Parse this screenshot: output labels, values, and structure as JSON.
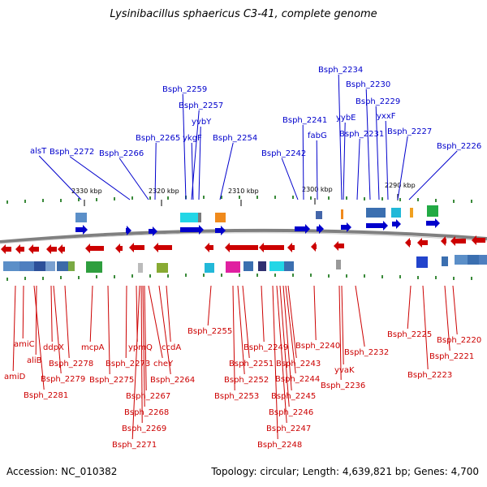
{
  "title": "Lysinibacillus sphaericus C3-41, complete genome",
  "footer": {
    "accession": "Accession: NC_010382",
    "summary": "Topology: circular; Length: 4,639,821 bp; Genes: 4,700"
  },
  "axis_ticks": [
    "2330 kbp",
    "2320 kbp",
    "2310 kbp",
    "2300 kbp",
    "2290 kbp"
  ],
  "forward_genes": [
    {
      "label": "alsT"
    },
    {
      "label": "Bsph_2272"
    },
    {
      "label": "Bsph_2266"
    },
    {
      "label": "Bsph_2265"
    },
    {
      "label": "Bsph_2259"
    },
    {
      "label": "Bsph_2257"
    },
    {
      "label": "ykgF"
    },
    {
      "label": "yvbY"
    },
    {
      "label": "Bsph_2254"
    },
    {
      "label": "Bsph_2242"
    },
    {
      "label": "Bsph_2241"
    },
    {
      "label": "fabG"
    },
    {
      "label": "Bsph_2234"
    },
    {
      "label": "yybE"
    },
    {
      "label": "Bsph_2231"
    },
    {
      "label": "Bsph_2230"
    },
    {
      "label": "Bsph_2229"
    },
    {
      "label": "yxxF"
    },
    {
      "label": "Bsph_2227"
    },
    {
      "label": "Bsph_2226"
    }
  ],
  "reverse_genes": [
    {
      "label": "amiC"
    },
    {
      "label": "amiD"
    },
    {
      "label": "aliB"
    },
    {
      "label": "ddpX"
    },
    {
      "label": "Bsph_2281"
    },
    {
      "label": "Bsph_2279"
    },
    {
      "label": "Bsph_2278"
    },
    {
      "label": "mcpA"
    },
    {
      "label": "Bsph_2275"
    },
    {
      "label": "Bsph_2273"
    },
    {
      "label": "ypmQ"
    },
    {
      "label": "Bsph_2271"
    },
    {
      "label": "Bsph_2269"
    },
    {
      "label": "Bsph_2268"
    },
    {
      "label": "Bsph_2267"
    },
    {
      "label": "cheY"
    },
    {
      "label": "Bsph_2264"
    },
    {
      "label": "ccdA"
    },
    {
      "label": "Bsph_2255"
    },
    {
      "label": "Bsph_2253"
    },
    {
      "label": "Bsph_2252"
    },
    {
      "label": "Bsph_2251"
    },
    {
      "label": "Bsph_2249"
    },
    {
      "label": "Bsph_2248"
    },
    {
      "label": "Bsph_2247"
    },
    {
      "label": "Bsph_2246"
    },
    {
      "label": "Bsph_2245"
    },
    {
      "label": "Bsph_2244"
    },
    {
      "label": "Bsph_2243"
    },
    {
      "label": "Bsph_2240"
    },
    {
      "label": "Bsph_2236"
    },
    {
      "label": "yvaK"
    },
    {
      "label": "Bsph_2232"
    },
    {
      "label": "Bsph_2225"
    },
    {
      "label": "Bsph_2223"
    },
    {
      "label": "Bsph_2221"
    },
    {
      "label": "Bsph_2220"
    }
  ],
  "colors": {
    "forward": "#0000cc",
    "reverse": "#cc0000",
    "backbone": "#808080",
    "tick": "#3a8a3a"
  }
}
